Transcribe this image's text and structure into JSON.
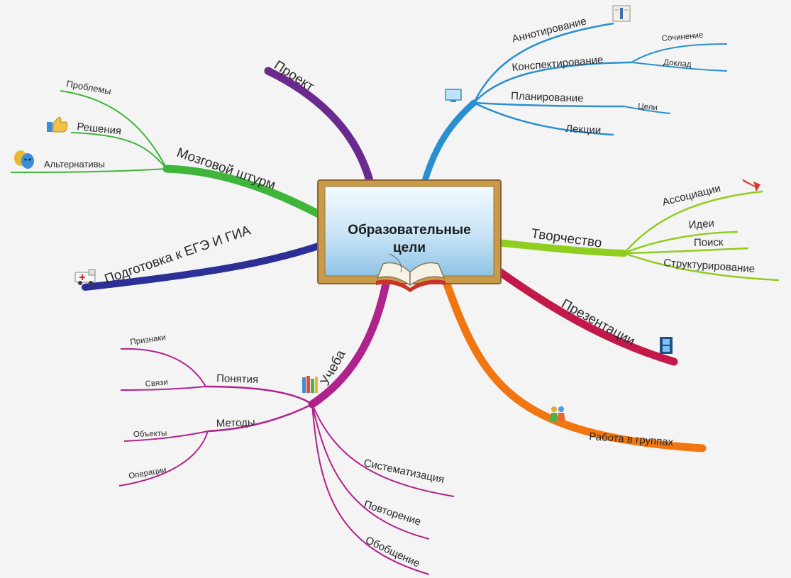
{
  "center": {
    "line1": "Образовательные",
    "line2": "цели"
  },
  "branches": {
    "proekt": "Проект",
    "brainstorm": {
      "label": "Мозговой штурм",
      "items": [
        "Проблемы",
        "Решения",
        "Альтернативы"
      ]
    },
    "ege": "Подготовка к ЕГЭ И ГИА",
    "ucheba": {
      "label": "Учеба",
      "ponyatiya": {
        "label": "Понятия",
        "items": [
          "Признаки",
          "Связи"
        ]
      },
      "metody": {
        "label": "Методы",
        "items": [
          "Объекты",
          "Операции"
        ]
      },
      "items": [
        "Систематизация",
        "Повторение",
        "Обобщение"
      ]
    },
    "top_right": {
      "items": [
        "Аннотирование",
        "Конспектирование",
        "Планирование",
        "Лекции"
      ],
      "konspekt_items": [
        "Сочинение",
        "Доклад"
      ],
      "plan_items": [
        "Цели"
      ]
    },
    "tvorchestvo": {
      "label": "Творчество",
      "items": [
        "Ассоциации",
        "Идеи",
        "Поиск",
        "Структурирование"
      ]
    },
    "prezentacii": "Презентации",
    "rabota": "Работа в группах"
  },
  "colors": {
    "proekt": "#6a2a8e",
    "brainstorm": "#3fb53a",
    "ege": "#2b2f96",
    "ucheba": "#b0228c",
    "top_right": "#2a8fd0",
    "tvorchestvo": "#8fcd1e",
    "prezentacii": "#c2184a",
    "rabota": "#f2760f",
    "board_frame": "#c89a4a",
    "board_face": "#cfe6f6"
  },
  "icons": [
    "document-icon",
    "monitor-icon",
    "arrow-icon",
    "film-icon",
    "people-icon",
    "books-icon",
    "ambulance-icon",
    "thumbs-up-icon",
    "masks-icon",
    "open-book-icon"
  ]
}
